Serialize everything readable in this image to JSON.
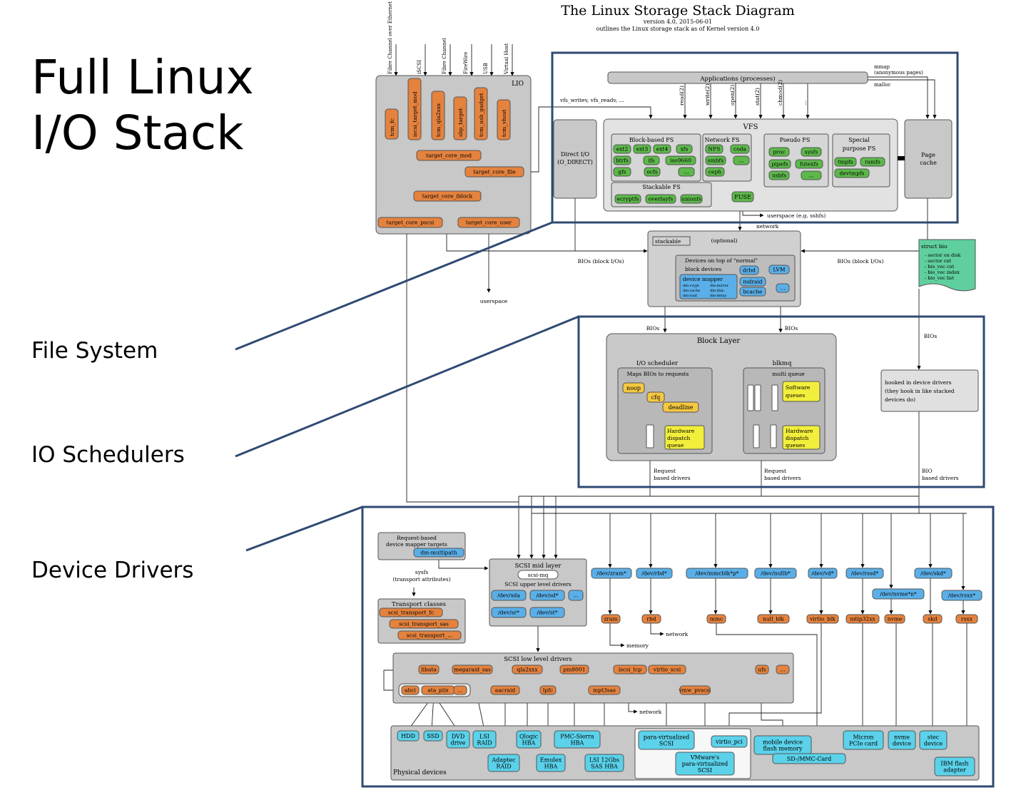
{
  "slide": {
    "title_line1": "Full Linux",
    "title_line2": "I/O Stack",
    "labels": [
      "File System",
      "IO Schedulers",
      "Device Drivers"
    ]
  },
  "diagram": {
    "title": "The Linux Storage Stack Diagram",
    "version": "version 4.0, 2015-06-01",
    "subtitle": "outlines the Linux storage stack as of Kernel version 4.0"
  },
  "colors": {
    "frame": "#2f4a73",
    "gray_box": "#c8c8c8",
    "light_gray": "#e6e6e6",
    "orange": "#e4823e",
    "green": "#5cb84a",
    "blue": "#5aafe8",
    "yellow": "#f2ee3c",
    "gold": "#f5c842",
    "cyan": "#5bd2ea",
    "teal_note": "#5fcf9e"
  },
  "texts": {
    "lio": "LIO",
    "transports": [
      "Fibre Channel over Ethernet",
      "iSCSI",
      "Fibre Channel",
      "FireWire",
      "USB",
      "Virtual Host"
    ],
    "lio_fabric": [
      "tcm_fc",
      "iscsi_target_mod",
      "tcm_qla2xxx",
      "sbp_target",
      "tcm_usb_gadget",
      "tcm_vhost"
    ],
    "target_core_mod": "target_core_mod",
    "target_core_file": "target_core_file",
    "target_core_iblock": "target_core_iblock",
    "target_core_pscsi": "target_core_pscsi",
    "target_core_user": "target_core_user",
    "userspace": "userspace",
    "applications": "Applications (processes)",
    "mmap": "mmap",
    "anon": "(anonymous pages)",
    "malloc": "malloc",
    "syscalls": [
      "read(2)",
      "write(2)",
      "open(2)",
      "stat(2)",
      "chmod(2)",
      "..."
    ],
    "vfs_writev": "vfs_writev, vfs_readv, ...",
    "vfs": "VFS",
    "direct_io": "Direct I/O",
    "o_direct": "(O_DIRECT)",
    "block_fs": "Block-based FS",
    "block_fs_items": [
      "ext2",
      "ext3",
      "ext4",
      "xfs",
      "btrfs",
      "ifs",
      "iso9660",
      "gfs",
      "ocfs",
      "..."
    ],
    "network_fs": "Network FS",
    "network_fs_items": [
      "NFS",
      "coda",
      "smbfs",
      "...",
      "ceph"
    ],
    "pseudo_fs": "Pseudo FS",
    "pseudo_fs_items": [
      "proc",
      "sysfs",
      "pipefs",
      "futexfs",
      "usbfs",
      "..."
    ],
    "special_fs_1": "Special",
    "special_fs_2": "purpose FS",
    "special_fs_items": [
      "tmpfs",
      "ramfs",
      "devtmpfs"
    ],
    "stackable_fs": "Stackable FS",
    "stackable_fs_items": [
      "ecryptfs",
      "overlayfs",
      "unionfs"
    ],
    "fuse": "FUSE",
    "userspace_sshfs": "userspace (e.g. sshfs)",
    "network": "network",
    "page_cache_1": "Page",
    "page_cache_2": "cache",
    "stackable": "stackable",
    "optional": "(optional)",
    "devices_on_top_1": "Devices on top of \"normal\"",
    "devices_on_top_2": "block devices",
    "dm_devices": [
      "drbd",
      "LVM",
      "mdraid",
      "bcache",
      "..."
    ],
    "device_mapper": "device mapper",
    "dm_targets": [
      "dm-crypt",
      "dm-mirror",
      "dm-cache",
      "dm-thin",
      "dm-raid",
      "dm-delay"
    ],
    "bios_block": "BIOs (block I/Os)",
    "struct_bio": "struct bio",
    "struct_bio_items": [
      "- sector on disk",
      "- sector cnt",
      "- bio_vec cnt",
      "- bio_vec index",
      "- bio_vec list"
    ],
    "bios": "BIOs",
    "block_layer": "Block Layer",
    "io_scheduler": "I/O scheduler",
    "maps_bios": "Maps BIOs to requests",
    "schedulers": [
      "noop",
      "cfq",
      "deadline"
    ],
    "hw_dispatch_1": "Hardware",
    "hw_dispatch_2": "dispatch",
    "hw_dispatch_3": "queue",
    "hw_dispatch_3b": "queues",
    "blkmq": "blkmq",
    "multi_queue": "multi queue",
    "software_1": "Software",
    "software_2": "queues",
    "hooked_1": "hooked in device drivers",
    "hooked_2": "(they hook in like stacked",
    "hooked_3": "devices do)",
    "request": "Request",
    "based_drivers": "based drivers",
    "bio": "BIO",
    "req_dm_1": "Request-based",
    "req_dm_2": "device mapper targets",
    "dm_multipath": "dm-multipath",
    "sysfs": "sysfs",
    "transport_attr": "(transport attributes)",
    "transport_classes": "Transport classes",
    "transport_items": [
      "scsi_transport_fc",
      "scsi_transport_sas",
      "scsi_transport_..."
    ],
    "scsi_mid": "SCSI mid layer",
    "scsi_mq": "scsi-mq",
    "scsi_upper": "SCSI upper level drivers",
    "scsi_upper_items": [
      "/dev/sda",
      "/dev/sd*",
      "...",
      "/dev/sr*",
      "/dev/st*"
    ],
    "dev_nodes": [
      "/dev/zram*",
      "/dev/rbd*",
      "/dev/mmcblk*p*",
      "/dev/nullb*",
      "/dev/vd*",
      "/dev/rssd*",
      "/dev/skd*",
      "/dev/nvme*n*",
      "/dev/rsxx*"
    ],
    "drivers": [
      "zram",
      "rbd",
      "mmc",
      "null_blk",
      "virtio_blk",
      "mtip32xx",
      "nvme",
      "skd",
      "rsxx"
    ],
    "memory": "memory",
    "scsi_low": "SCSI low level drivers",
    "lld_items": [
      "libata",
      "megaraid_sas",
      "qla2xxx",
      "pm8001",
      "iscsi_tcp",
      "virtio_scsi",
      "ufs",
      "...",
      "ahci",
      "ata_piix",
      "...",
      "aacraid",
      "lpfc",
      "mpt3sas",
      "vmw_pvscsi"
    ],
    "physical_devices": "Physical devices",
    "phys_items": [
      "HDD",
      "SSD",
      "DVD drive",
      "LSI RAID",
      "Adaptec RAID",
      "Qlogic HBA",
      "Emulex HBA",
      "PMC-Sierra HBA",
      "LSI 12Gbs SAS HBA",
      "para-virtualized SCSI",
      "VMware's para-virtualized SCSI",
      "virtio_pci",
      "mobile device flash memory",
      "SD-/MMC-Card",
      "Micron PCIe card",
      "nvme device",
      "stec device",
      "IBM flash adapter"
    ]
  }
}
